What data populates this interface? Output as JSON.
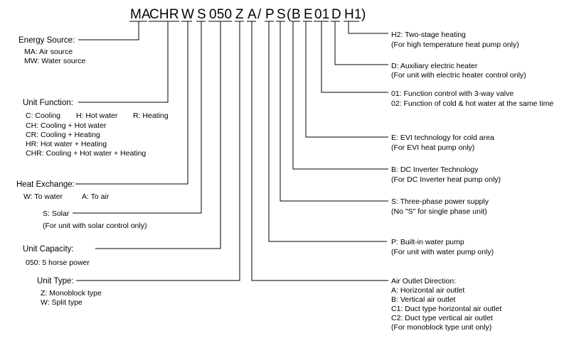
{
  "model_code": [
    {
      "id": "ma",
      "text": "MA"
    },
    {
      "id": "chr",
      "text": "CHR"
    },
    {
      "id": "w",
      "text": "W"
    },
    {
      "id": "s",
      "text": "S"
    },
    {
      "id": "cap",
      "text": "050"
    },
    {
      "id": "z",
      "text": "Z"
    },
    {
      "id": "a",
      "text": "A"
    },
    {
      "id": "slash",
      "text": "/"
    },
    {
      "id": "p",
      "text": "P"
    },
    {
      "id": "s2",
      "text": "S"
    },
    {
      "id": "lparen",
      "text": "("
    },
    {
      "id": "b",
      "text": "B"
    },
    {
      "id": "e",
      "text": "E"
    },
    {
      "id": "n01",
      "text": "01"
    },
    {
      "id": "d",
      "text": "D"
    },
    {
      "id": "h1",
      "text": "H1"
    },
    {
      "id": "rparen",
      "text": ")"
    }
  ],
  "left": {
    "energy": {
      "title": "Energy Source:",
      "lines": [
        "MA: Air source",
        "MW: Water source"
      ]
    },
    "function": {
      "title": "Unit Function:",
      "row1": [
        "C: Cooling",
        "H: Hot water",
        "R: Heating"
      ],
      "lines": [
        "CH: Cooling + Hot water",
        "CR: Cooling + Heating",
        "HR: Hot water + Heating",
        "CHR: Cooling + Hot water + Heating"
      ]
    },
    "exchange": {
      "title": "Heat Exchange:",
      "row1": [
        "W: To water",
        "A: To air"
      ]
    },
    "solar": {
      "title": "S: Solar",
      "lines": [
        "(For unit with solar control only)"
      ]
    },
    "capacity": {
      "title": "Unit Capacity:",
      "lines": [
        "050: 5 horse power"
      ]
    },
    "type": {
      "title": "Unit Type:",
      "lines": [
        "Z: Monoblock type",
        "W: Split type"
      ]
    }
  },
  "right": {
    "h2": [
      "H2: Two-stage heating",
      "(For high temperature heat pump only)"
    ],
    "d": [
      "D: Auxiliary electric heater",
      "(For unit with electric heater control only)"
    ],
    "n01": [
      "01: Function control with 3-way valve",
      "02: Function of cold & hot water at the same time"
    ],
    "e": [
      "E: EVI technology for cold area",
      "(For EVI heat pump only)"
    ],
    "b": [
      "B: DC Inverter Technology",
      "(For DC Inverter heat pump only)"
    ],
    "s": [
      "S: Three-phase power supply",
      "(No \"S\" for single phase unit)"
    ],
    "p": [
      "P: Built-in water pump",
      "(For unit with water pump only)"
    ],
    "air": [
      "Air Outlet Direction:",
      "A: Horizontal air outlet",
      "B: Vertical air outlet",
      "C1: Duct type horizontal air outlet",
      "C2: Duct type vertical air outlet",
      "(For monoblock type unit only)"
    ]
  }
}
